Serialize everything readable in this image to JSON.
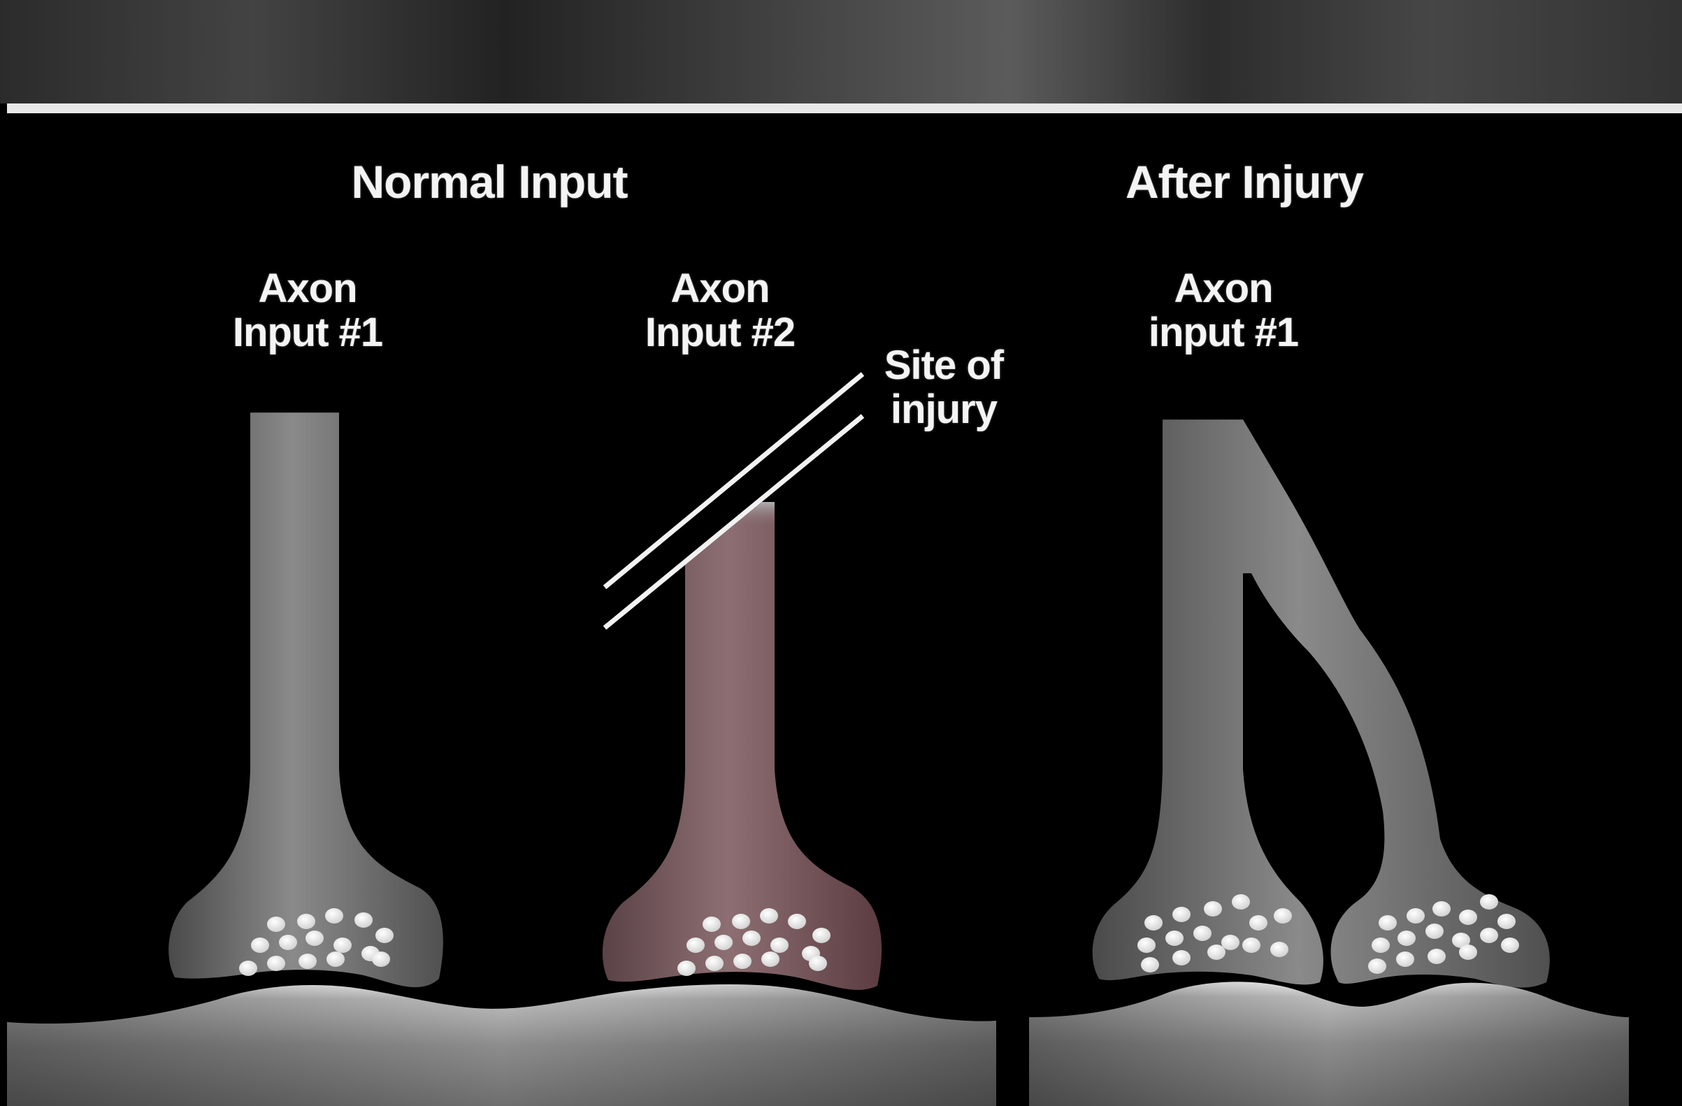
{
  "headings": {
    "normal": "Normal Input",
    "after": "After Injury"
  },
  "labels": {
    "axon1_line1": "Axon",
    "axon1_line2": "Input #1",
    "axon2_line1": "Axon",
    "axon2_line2": "Input #2",
    "injury_line1": "Site of",
    "injury_line2": "injury",
    "axon3_line1": "Axon",
    "axon3_line2": "input #1"
  },
  "colors": {
    "background": "#000000",
    "axon_gray": "#6c6c6c",
    "injured_axon": "#7a5a5e",
    "vesicle": "#ffffff",
    "dendrite": "#8a8a8a",
    "separator": "#e8e8e8"
  }
}
